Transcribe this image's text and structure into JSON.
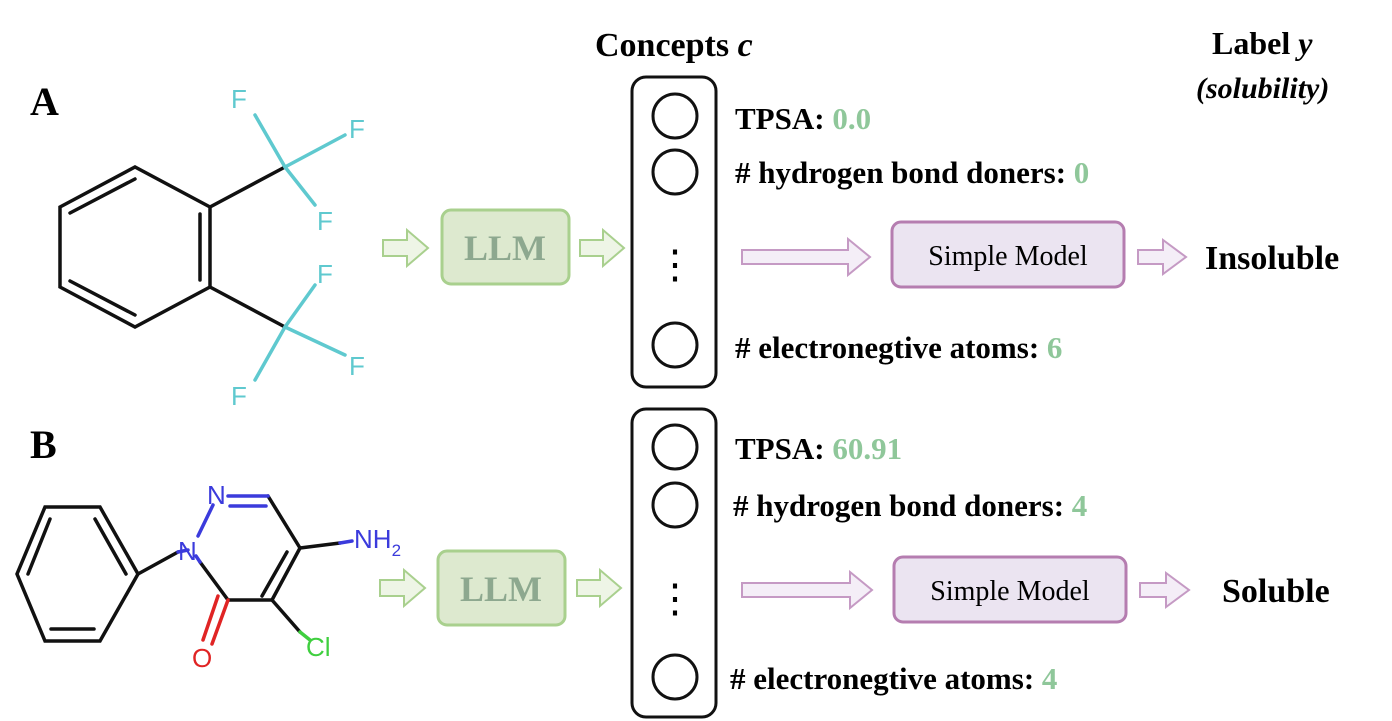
{
  "header": {
    "concepts_title": "Concepts",
    "concepts_var": "c",
    "label_title": "Label",
    "label_var": "y",
    "label_sub": "(solubility)"
  },
  "panels": [
    {
      "letter": "A",
      "llm_label": "LLM",
      "concepts": [
        {
          "name": "TPSA:",
          "value": "0.0"
        },
        {
          "name": "# hydrogen bond doners:",
          "value": "0"
        },
        {
          "name": "# electronegtive atoms:",
          "value": "6"
        }
      ],
      "ellipsis": "⋮",
      "model_label": "Simple Model",
      "prediction": "Insoluble",
      "molecule_atoms": [
        "F",
        "F",
        "F",
        "F",
        "F",
        "F"
      ]
    },
    {
      "letter": "B",
      "llm_label": "LLM",
      "concepts": [
        {
          "name": "TPSA:",
          "value": "60.91"
        },
        {
          "name": "# hydrogen bond doners:",
          "value": "4"
        },
        {
          "name": "# electronegtive atoms:",
          "value": "4"
        }
      ],
      "ellipsis": "⋮",
      "model_label": "Simple Model",
      "prediction": "Soluble",
      "molecule_atoms": [
        "N",
        "N",
        "NH",
        "2",
        "O",
        "Cl"
      ]
    }
  ],
  "colors": {
    "fluorine": "#5fc9cf",
    "nitrogen": "#3b3bdc",
    "oxygen": "#e02424",
    "chlorine": "#3fcf3f",
    "concept_value": "#8fc79a",
    "llm_fill": "#dde9cf",
    "llm_stroke": "#a9d08e",
    "arrow_green": "#a9d08e",
    "model_fill": "#ebe4f1",
    "model_stroke": "#b57db0",
    "arrow_purple": "#c59ac4"
  }
}
